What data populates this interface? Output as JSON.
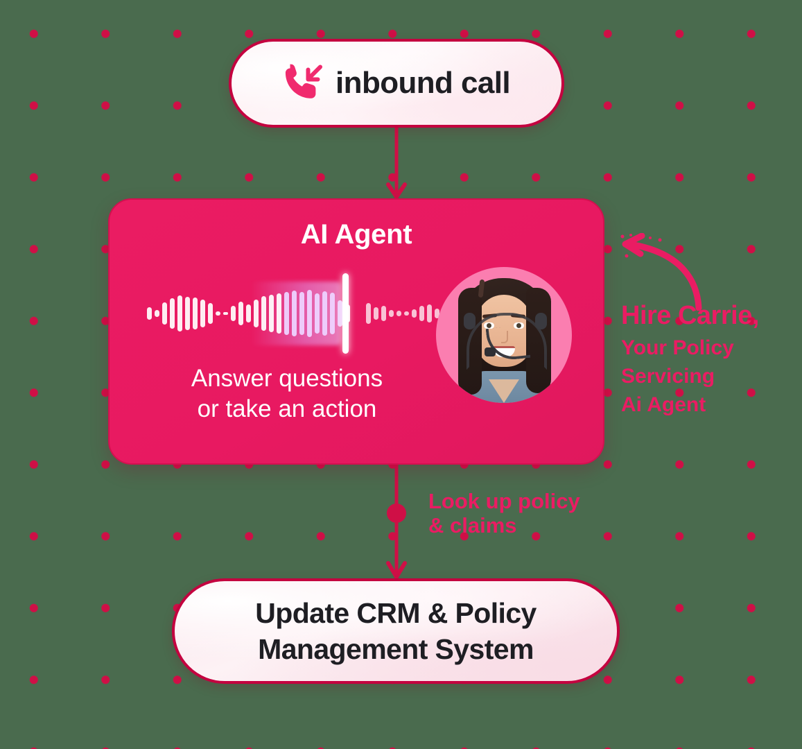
{
  "diagram": {
    "title": "Inbound call AI agent policy servicing flow",
    "background_color": "#4a6b4e",
    "dot_color": "#cf0f46",
    "accent_color": "#ea1c63",
    "border_color": "#c4003f"
  },
  "nodes": {
    "inbound": {
      "label": "inbound call",
      "icon": "inbound-call-phone-icon"
    },
    "agent": {
      "title": "AI Agent",
      "subtitle_line_1": "Answer questions",
      "subtitle_line_2": "or take an action",
      "waveform_name": "audio-waveform",
      "avatar_alt": "Carrie, AI agent with headset"
    },
    "crm": {
      "label_line_1": "Update CRM & Policy",
      "label_line_2": "Management System"
    }
  },
  "connectors": {
    "call_to_agent": {
      "name": "arrow-inbound-to-agent",
      "label": ""
    },
    "agent_to_crm": {
      "name": "arrow-agent-to-crm",
      "label_line_1": "Look up policy",
      "label_line_2": "& claims"
    }
  },
  "annotations": {
    "hire": {
      "headline": "Hire Carrie,",
      "line_1": "Your Policy",
      "line_2": "Servicing",
      "line_3": "Ai Agent",
      "arrow_name": "curved-arrow-to-agent"
    }
  },
  "waveform_bars": [
    18,
    10,
    32,
    44,
    52,
    48,
    46,
    40,
    30,
    6,
    4,
    22,
    34,
    26,
    40,
    50,
    54,
    58,
    62,
    66,
    62,
    68,
    58,
    64,
    60,
    38,
    26,
    30,
    18,
    22,
    10,
    8,
    6,
    12,
    22,
    26,
    14,
    8
  ]
}
